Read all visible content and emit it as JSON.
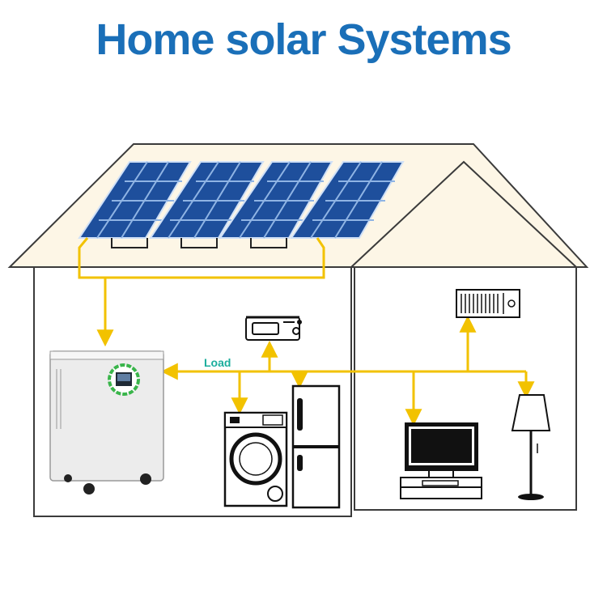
{
  "title": "Home solar Systems",
  "labels": {
    "load": "Load"
  },
  "colors": {
    "title": "#1a6fb8",
    "wire": "#f2c200",
    "house_fill": "#fdf6e6",
    "house_outline": "#3b3b3b",
    "panel_blue": "#1e4f9c",
    "battery_ring": "#39b54a",
    "load_label": "#1cae9c"
  },
  "components": {
    "solar_panels": {
      "count": 4
    },
    "appliances": [
      "battery-inverter",
      "wifi-router",
      "washing-machine",
      "refrigerator",
      "television",
      "air-conditioner",
      "floor-lamp"
    ]
  }
}
